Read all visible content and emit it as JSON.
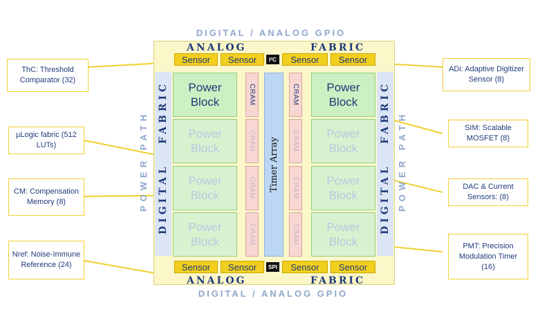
{
  "gpio": {
    "top": "DIGITAL / ANALOG GPIO",
    "bottom": "DIGITAL / ANALOG GPIO"
  },
  "power_path": {
    "left": "POWER PATH",
    "right": "POWER PATH"
  },
  "analog_fabric": {
    "top_left": "ANALOG",
    "top_right": "FABRIC",
    "bottom_left": "ANALOG",
    "bottom_right": "FABRIC"
  },
  "digital_fabric": {
    "left_digital": "DIGITAL",
    "left_fabric": "FABRIC",
    "right_digital": "DIGITAL",
    "right_fabric": "FABRIC"
  },
  "sensor_label": "Sensor",
  "buses": {
    "top": "I²C",
    "bottom": "SPI"
  },
  "power_block_label": "Power Block",
  "cram_label": "CRAM",
  "timer_array_label": "Timer Array",
  "callouts": {
    "thc": "ThC: Threshold Comparator (32)",
    "ulogic": "µLogic fabric (512 LUTs)",
    "cm": "CM: Compensation Memory (8)",
    "nref": "Nref: Noise-Immune Reference (24)",
    "adi": "ADi: Adaptive Digitizer Sensor (8)",
    "sim": "SIM: Scalable MOSFET (8)",
    "dac": "DAC & Current Sensors: (8)",
    "pmt": "PMT: Precision Modulation Timer (16)"
  },
  "colors": {
    "callout_border": "#f2cf2e",
    "sensor_fill": "#f2cf1e",
    "chip_fill": "#fbf7c9",
    "power_block_fill": "#d8f1cf",
    "cram_fill": "#f8d7d3",
    "timer_fill": "#bcd7f3",
    "fabric_text": "#1f3a7a",
    "gpio_text": "#8fa6cc"
  }
}
